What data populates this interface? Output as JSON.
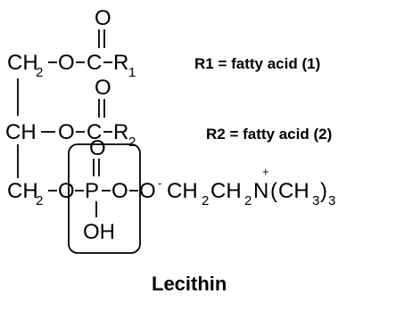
{
  "title": "Lecithin",
  "labels": {
    "r1": "R1 = fatty acid (1)",
    "r2": "R2 = fatty acid (2)"
  },
  "atoms": {
    "o": "O",
    "c": "C",
    "p": "P",
    "n": "N",
    "h": "H",
    "oh": "OH",
    "ch": "CH",
    "r": "R",
    "sub1": "1",
    "sub2": "2",
    "sub3": "3",
    "plus": "+",
    "minus": "-",
    "lparen": "(",
    "rparen": ")",
    "ch2_join": "CH",
    "ch2_join2": "CH"
  },
  "colors": {
    "ink": "#000000",
    "background": "#ffffff"
  }
}
